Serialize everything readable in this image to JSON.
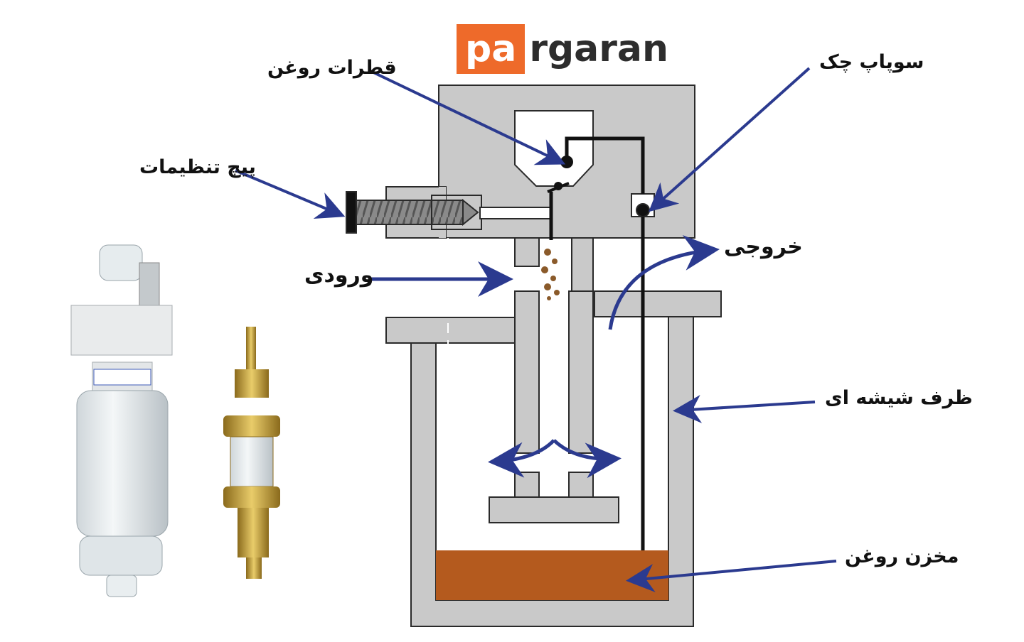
{
  "brand": {
    "prefix": "pa",
    "suffix": "rgaran",
    "prefix_bg": "#ee6a2a",
    "suffix_color": "#2d2d2d"
  },
  "labels": {
    "oil_drops": "قطرات روغن",
    "check_valve": "سوپاپ چک",
    "adjust_screw": "پیچ تنظیمات",
    "outlet": "خروجی",
    "inlet": "ورودی",
    "glass_bowl": "ظرف شیشه ای",
    "oil_reservoir": "مخزن روغن"
  },
  "colors": {
    "body": "#c9c9c9",
    "outline": "#2a2a2a",
    "arrow": "#2b3a8f",
    "oil": "#b45a1e",
    "brass": "#c9a23a"
  }
}
